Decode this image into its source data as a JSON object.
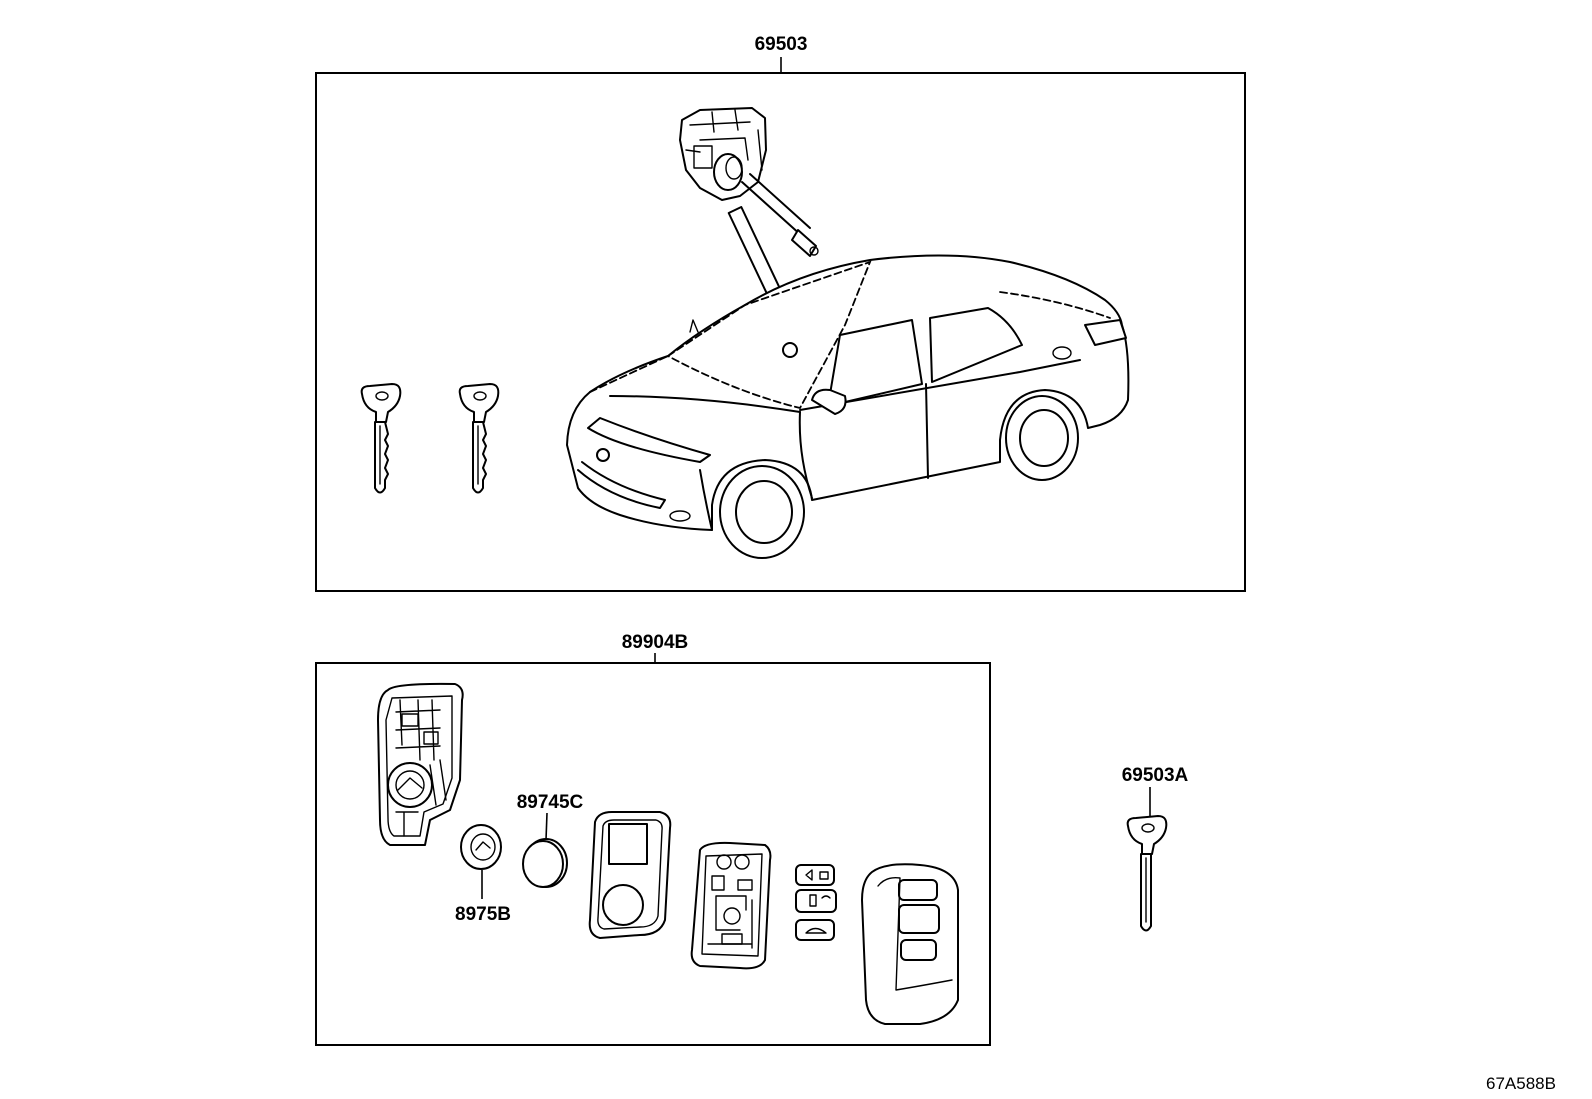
{
  "colors": {
    "ink": "#000000",
    "paper": "#ffffff"
  },
  "upper_group": {
    "label": "69503"
  },
  "lower_group": {
    "label": "89904B",
    "callouts": [
      "89745C",
      "8975B"
    ]
  },
  "loose_parts": {
    "callouts": [
      "69503A"
    ]
  },
  "figure_code": "67A588B"
}
